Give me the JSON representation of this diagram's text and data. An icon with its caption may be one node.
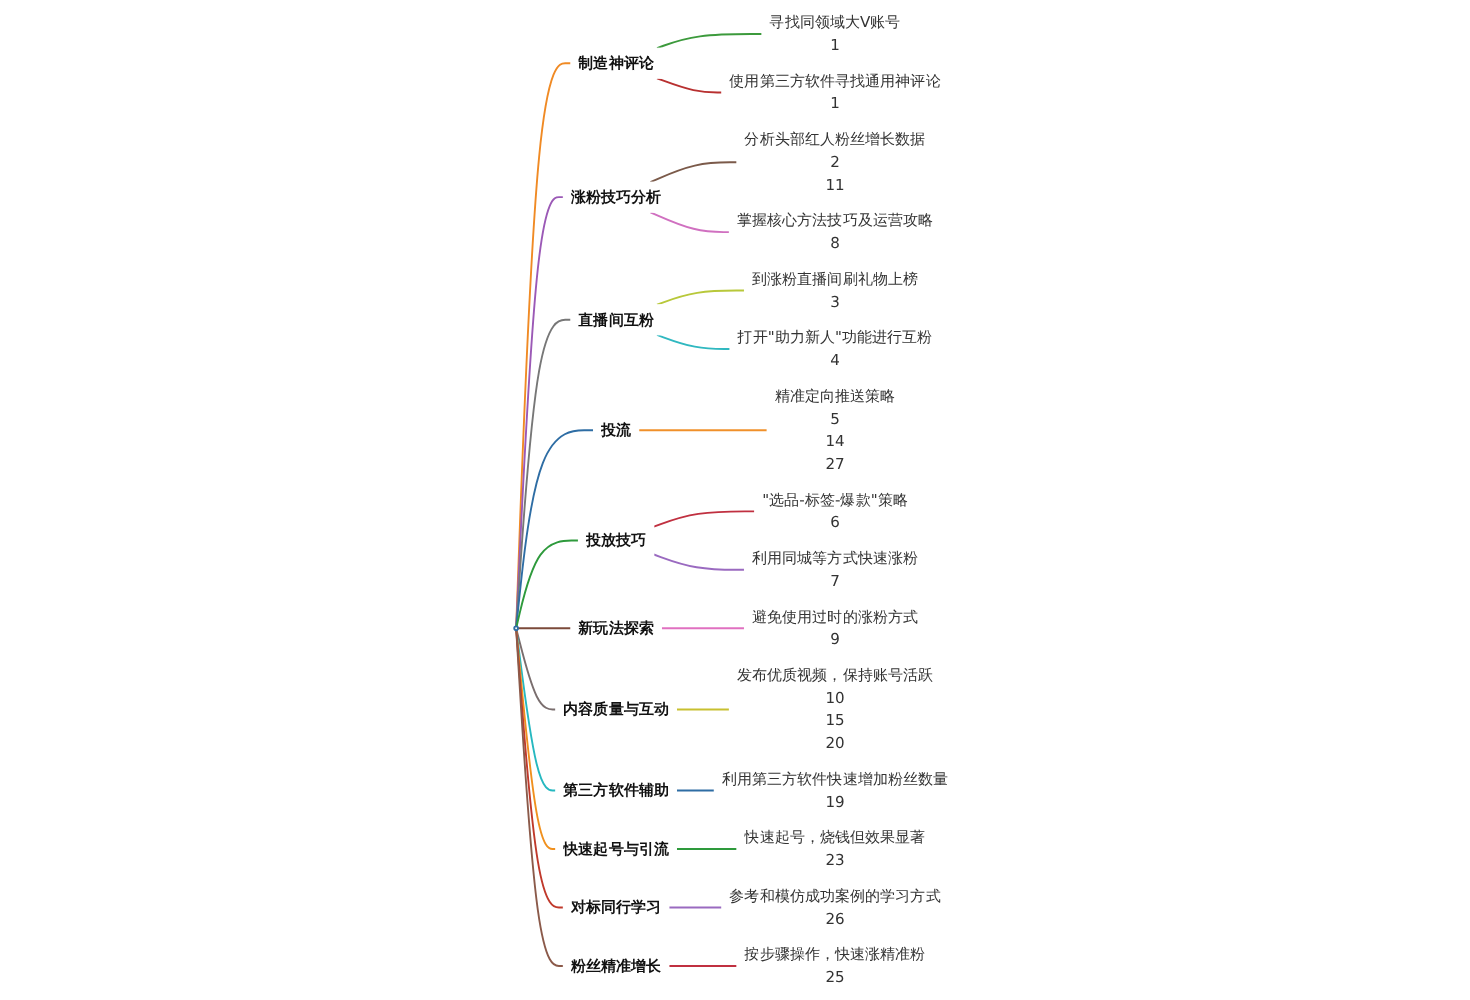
{
  "diagram": {
    "nodes": [
      {
        "text": [],
        "shape": "circle"
      },
      {
        "text": [
          "制造神评论"
        ]
      },
      {
        "text": [
          "寻找同领域大V账号",
          "1"
        ]
      },
      {
        "text": [
          "使用第三方软件寻找通用神评论",
          "1"
        ]
      },
      {
        "text": [
          "涨粉技巧分析"
        ]
      },
      {
        "text": [
          "分析头部红人粉丝增长数据",
          "2",
          "11"
        ]
      },
      {
        "text": [
          "掌握核心方法技巧及运营攻略",
          "8"
        ]
      },
      {
        "text": [
          "直播间互粉"
        ]
      },
      {
        "text": [
          "到涨粉直播间刷礼物上榜",
          "3"
        ]
      },
      {
        "text": [
          "打开\"助力新人\"功能进行互粉",
          "4"
        ]
      },
      {
        "text": [
          "投流"
        ]
      },
      {
        "text": [
          "精准定向推送策略",
          "5",
          "14",
          "27"
        ]
      },
      {
        "text": [
          "投放技巧"
        ]
      },
      {
        "text": [
          "\"选品-标签-爆款\"策略",
          "6"
        ]
      },
      {
        "text": [
          "利用同城等方式快速涨粉",
          "7"
        ]
      },
      {
        "text": [
          "新玩法探索"
        ]
      },
      {
        "text": [
          "避免使用过时的涨粉方式",
          "9"
        ]
      },
      {
        "text": [
          "内容质量与互动"
        ]
      },
      {
        "text": [
          "发布优质视频，保持账号活跃",
          "10",
          "15",
          "20"
        ]
      },
      {
        "text": [
          "第三方软件辅助"
        ]
      },
      {
        "text": [
          "利用第三方软件快速增加粉丝数量",
          "19"
        ]
      },
      {
        "text": [
          "快速起号与引流"
        ]
      },
      {
        "text": [
          "快速起号，烧钱但效果显著",
          "23"
        ]
      },
      {
        "text": [
          "对标同行学习"
        ]
      },
      {
        "text": [
          "参考和模仿成功案例的学习方式",
          "26"
        ]
      },
      {
        "text": [
          "粉丝精准增长"
        ]
      },
      {
        "text": [
          "按步骤操作，快速涨精准粉",
          "25"
        ]
      }
    ],
    "edges": [
      {
        "from": 0,
        "to": 1,
        "arrow": "none",
        "color": "#f08a24"
      },
      {
        "from": 1,
        "to": 2,
        "arrow": "none",
        "color": "#3c9a3c"
      },
      {
        "from": 1,
        "to": 3,
        "arrow": "none",
        "color": "#b83030"
      },
      {
        "from": 0,
        "to": 4,
        "arrow": "none",
        "color": "#9b59b6"
      },
      {
        "from": 4,
        "to": 5,
        "arrow": "none",
        "color": "#7b5a4a"
      },
      {
        "from": 4,
        "to": 6,
        "arrow": "none",
        "color": "#d070c0"
      },
      {
        "from": 0,
        "to": 7,
        "arrow": "none",
        "color": "#777777"
      },
      {
        "from": 7,
        "to": 8,
        "arrow": "none",
        "color": "#b8c83a"
      },
      {
        "from": 7,
        "to": 9,
        "arrow": "none",
        "color": "#30b8c0"
      },
      {
        "from": 0,
        "to": 10,
        "arrow": "none",
        "color": "#2e6da4"
      },
      {
        "from": 10,
        "to": 11,
        "arrow": "none",
        "color": "#f0902a"
      },
      {
        "from": 0,
        "to": 12,
        "arrow": "none",
        "color": "#2e9a3c"
      },
      {
        "from": 12,
        "to": 13,
        "arrow": "none",
        "color": "#c03040"
      },
      {
        "from": 12,
        "to": 14,
        "arrow": "none",
        "color": "#9a6ac0"
      },
      {
        "from": 0,
        "to": 15,
        "arrow": "none",
        "color": "#7b4a3a"
      },
      {
        "from": 15,
        "to": 16,
        "arrow": "none",
        "color": "#e070c0"
      },
      {
        "from": 0,
        "to": 17,
        "arrow": "none",
        "color": "#7a6e6e"
      },
      {
        "from": 17,
        "to": 18,
        "arrow": "none",
        "color": "#c8c030"
      },
      {
        "from": 0,
        "to": 19,
        "arrow": "none",
        "color": "#26b8c0"
      },
      {
        "from": 19,
        "to": 20,
        "arrow": "none",
        "color": "#2e6da4"
      },
      {
        "from": 0,
        "to": 21,
        "arrow": "none",
        "color": "#f0901e"
      },
      {
        "from": 21,
        "to": 22,
        "arrow": "none",
        "color": "#2e9a3c"
      },
      {
        "from": 0,
        "to": 23,
        "arrow": "none",
        "color": "#c0392b"
      },
      {
        "from": 23,
        "to": 24,
        "arrow": "none",
        "color": "#9a6ac0"
      },
      {
        "from": 0,
        "to": 25,
        "arrow": "none",
        "color": "#8b5a4a"
      },
      {
        "from": 25,
        "to": 26,
        "arrow": "none",
        "color": "#c03040"
      }
    ]
  }
}
